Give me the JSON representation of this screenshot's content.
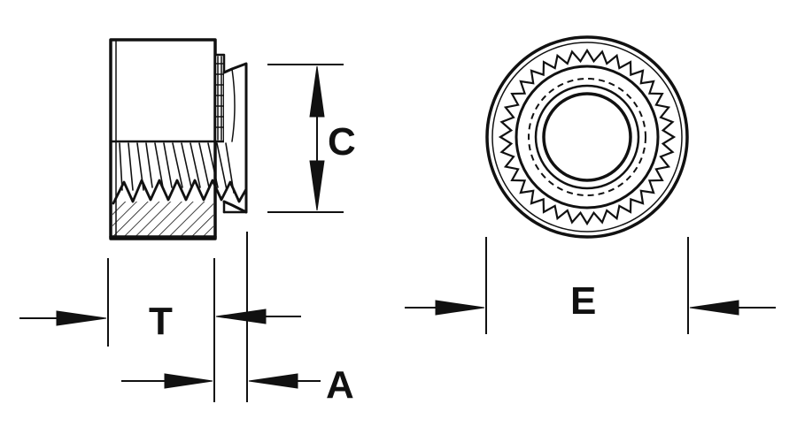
{
  "drawing": {
    "labels": {
      "c": "C",
      "t": "T",
      "a": "A",
      "e": "E"
    },
    "line_color": "#111111",
    "background": "#ffffff"
  }
}
